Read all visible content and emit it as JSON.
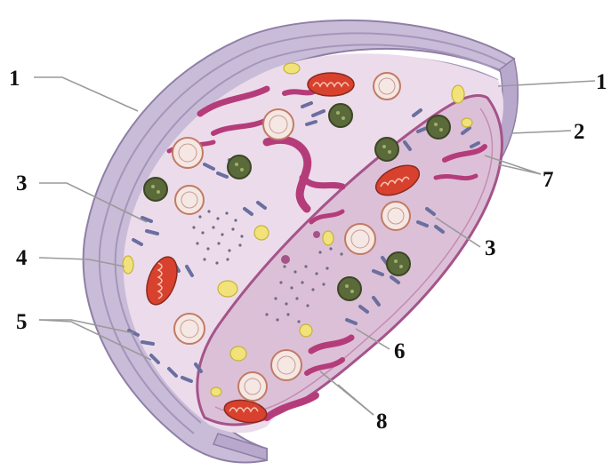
{
  "labels": {
    "l1_left": "1",
    "l1_right": "1",
    "l2": "2",
    "l3_left": "3",
    "l3_right": "3",
    "l4": "4",
    "l5": "5",
    "l6": "6",
    "l7": "7",
    "l8": "8"
  },
  "colors": {
    "wall": "#b9a9cc",
    "wall_dark": "#8f7fa6",
    "membrane": "#a5548a",
    "cytoplasm": "#ead7e6",
    "vacuole": "#d9b3cf",
    "er": "#b53c7a",
    "mitochondrion": "#d8412d",
    "chloroplast": "#5b6a3a",
    "nucleus_like": "#f0c4a8",
    "golgi": "#6a6fa0",
    "granule": "#f2e27a"
  }
}
